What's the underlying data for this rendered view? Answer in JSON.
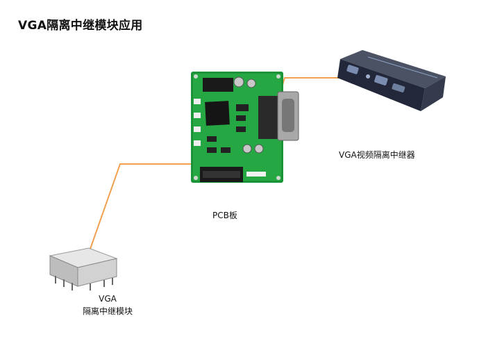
{
  "title": "VGA隔离中继模块应用",
  "labels": {
    "repeater": "VGA视频隔离中继器",
    "pcb": "PCB板",
    "module_line1": "VGA",
    "module_line2": "隔离中继模块"
  },
  "colors": {
    "connector_line": "#f0a050",
    "pcb_green": "#1f9a3a",
    "device_dark": "#2a2f3c"
  }
}
